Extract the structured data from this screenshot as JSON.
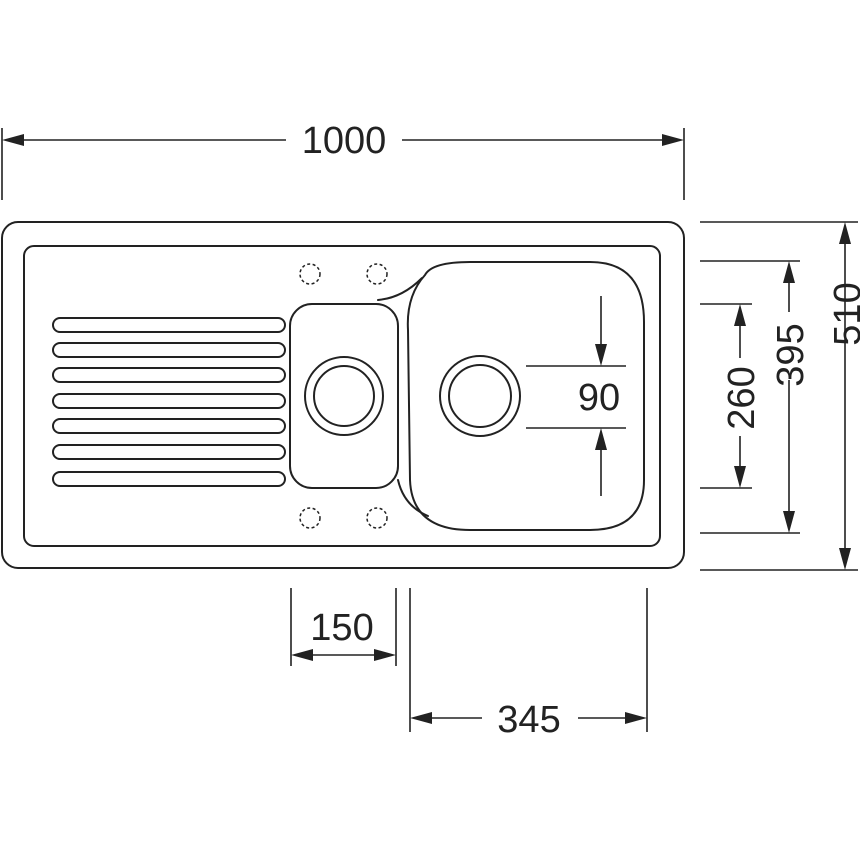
{
  "dimensions": {
    "overall_width": "1000",
    "overall_depth": "510",
    "main_bowl_depth": "395",
    "small_bowl_depth": "260",
    "drain_offset": "90",
    "small_bowl_width": "150",
    "main_bowl_width": "345"
  }
}
